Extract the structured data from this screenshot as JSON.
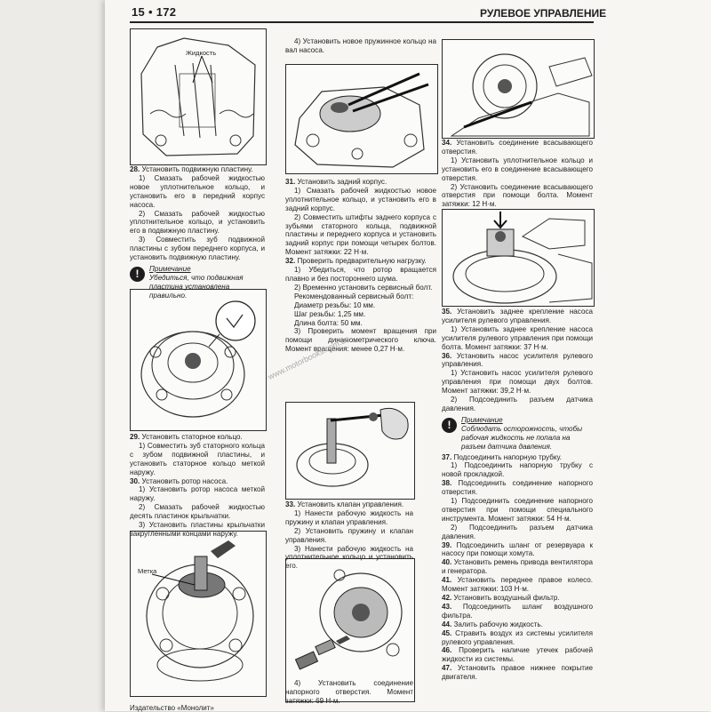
{
  "header": {
    "page_number": "15 • 172",
    "section_title": "РУЛЕВОЕ УПРАВЛЕНИЕ"
  },
  "watermark": "www.motorbooks.com.ua",
  "figure_labels": {
    "fluid": "Жидкость",
    "mark": "Метка"
  },
  "col1": {
    "s28_num": "28.",
    "s28_title": " Установить подвижную пластину.",
    "s28_1": "1) Смазать рабочей жидкостью новое уплотнительное кольцо, и установить его в передний корпус насоса.",
    "s28_2": "2) Смазать рабочей жидкостью уплотнительное кольцо, и установить его в подвижную пластину.",
    "s28_3": "3) Совместить зуб подвижной пластины с зубом переднего корпуса, и установить подвижную пластину.",
    "note1_title": "Примечание",
    "note1_text": "Убедиться, что подвижная пластина установлена правильно.",
    "s29_num": "29.",
    "s29_title": " Установить статорное кольцо.",
    "s29_1": "1) Совместить зуб статорного кольца с зубом подвижной пластины, и установить статорное кольцо меткой наружу.",
    "s30_num": "30.",
    "s30_title": " Установить ротор насоса.",
    "s30_1": "1) Установить ротор насоса меткой наружу.",
    "s30_2": "2) Смазать рабочей жидкостью десять пластинок крыльчатки.",
    "s30_3": "3) Установить пластины крыльчатки закругленными концами наружу."
  },
  "col2": {
    "s30_4": "4) Установить новое пружинное кольцо на вал насоса.",
    "s31_num": "31.",
    "s31_title": " Установить задний корпус.",
    "s31_1": "1) Смазать рабочей жидкостью новое уплотнительное кольцо, и установить его в задний корпус.",
    "s31_2": "2) Совместить штифты заднего корпуса с зубьями статорного кольца, подвижной пластины и переднего корпуса и установить задний корпус при помощи четырех болтов. Момент затяжки: 22 Н·м.",
    "s32_num": "32.",
    "s32_title": " Проверить предварительную нагрузку.",
    "s32_1": "1) Убедиться, что ротор вращается плавно и без постороннего шума.",
    "s32_2": "2) Временно установить сервисный болт.",
    "s32_bolt": "Рекомендованный сервисный болт:",
    "s32_d": "Диаметр резьбы: 10 мм.",
    "s32_p": "Шаг резьбы: 1,25 мм.",
    "s32_l": "Длина болта: 50 мм.",
    "s32_3": "3) Проверить момент вращения при помощи динамометрического ключа. Момент вращения: менее 0,27 Н·м.",
    "s33_num": "33.",
    "s33_title": " Установить клапан управления.",
    "s33_1": "1) Нанести рабочую жидкость на пружину и клапан управления.",
    "s33_2": "2) Установить пружину и клапан управления.",
    "s33_3": "3) Нанести рабочую жидкость на уплотнительное кольцо и установить его.",
    "s33_4": "4) Установить соединение напорного отверстия. Момент затяжки: 69 Н·м."
  },
  "col3": {
    "s34_num": "34.",
    "s34_title": " Установить соединение всасывающего отверстия.",
    "s34_1": "1) Установить уплотнительное кольцо и установить его в соединение всасывающего отверстия.",
    "s34_2": "2) Установить соединение всасывающего отверстия при помощи болта. Момент затяжки: 12 Н·м.",
    "s35_num": "35.",
    "s35_title": " Установить заднее крепление насоса усилителя рулевого управления.",
    "s35_1": "1) Установить заднее крепление насоса усилителя рулевого управления при помощи болта. Момент затяжки: 37 Н·м.",
    "s36_num": "36.",
    "s36_title": " Установить насос усилителя рулевого управления.",
    "s36_1": "1) Установить насос усилителя рулевого управления при помощи двух болтов. Момент затяжки: 39,2 Н·м.",
    "s36_2": "2) Подсоединить разъем датчика давления.",
    "note2_title": "Примечание",
    "note2_text": "Соблюдать осторожность, чтобы рабочая жидкость не попала на разъем датчика давления.",
    "s37_num": "37.",
    "s37_title": " Подсоединить напорную трубку.",
    "s37_1": "1) Подсоединить напорную трубку с новой прокладкой.",
    "s38_num": "38.",
    "s38_title": " Подсоединить соединение напорного отверстия.",
    "s38_1": "1) Подсоединить соединение напорного отверстия при помощи специального инструмента. Момент затяжки: 54 Н·м.",
    "s38_2": "2) Подсоединить разъем датчика давления.",
    "s39_num": "39.",
    "s39_title": " Подсоединить шланг от резервуара к насосу при помощи хомута.",
    "s40_num": "40.",
    "s40_title": " Установить ремень привода вентилятора и генератора.",
    "s41_num": "41.",
    "s41_title": " Установить переднее правое колесо. Момент затяжки: 103 Н·м.",
    "s42_num": "42.",
    "s42_title": " Установить воздушный фильтр.",
    "s43_num": "43.",
    "s43_title": " Подсоединить шланг воздушного фильтра.",
    "s44_num": "44.",
    "s44_title": " Залить рабочую жидкость.",
    "s45_num": "45.",
    "s45_title": " Стравить воздух из системы усилителя рулевого управления.",
    "s46_num": "46.",
    "s46_title": " Проверить наличие утечек рабочей жидкости из системы.",
    "s47_num": "47.",
    "s47_title": " Установить правое нижнее покрытие двигателя."
  },
  "footer": "Издательство «Монолит»"
}
